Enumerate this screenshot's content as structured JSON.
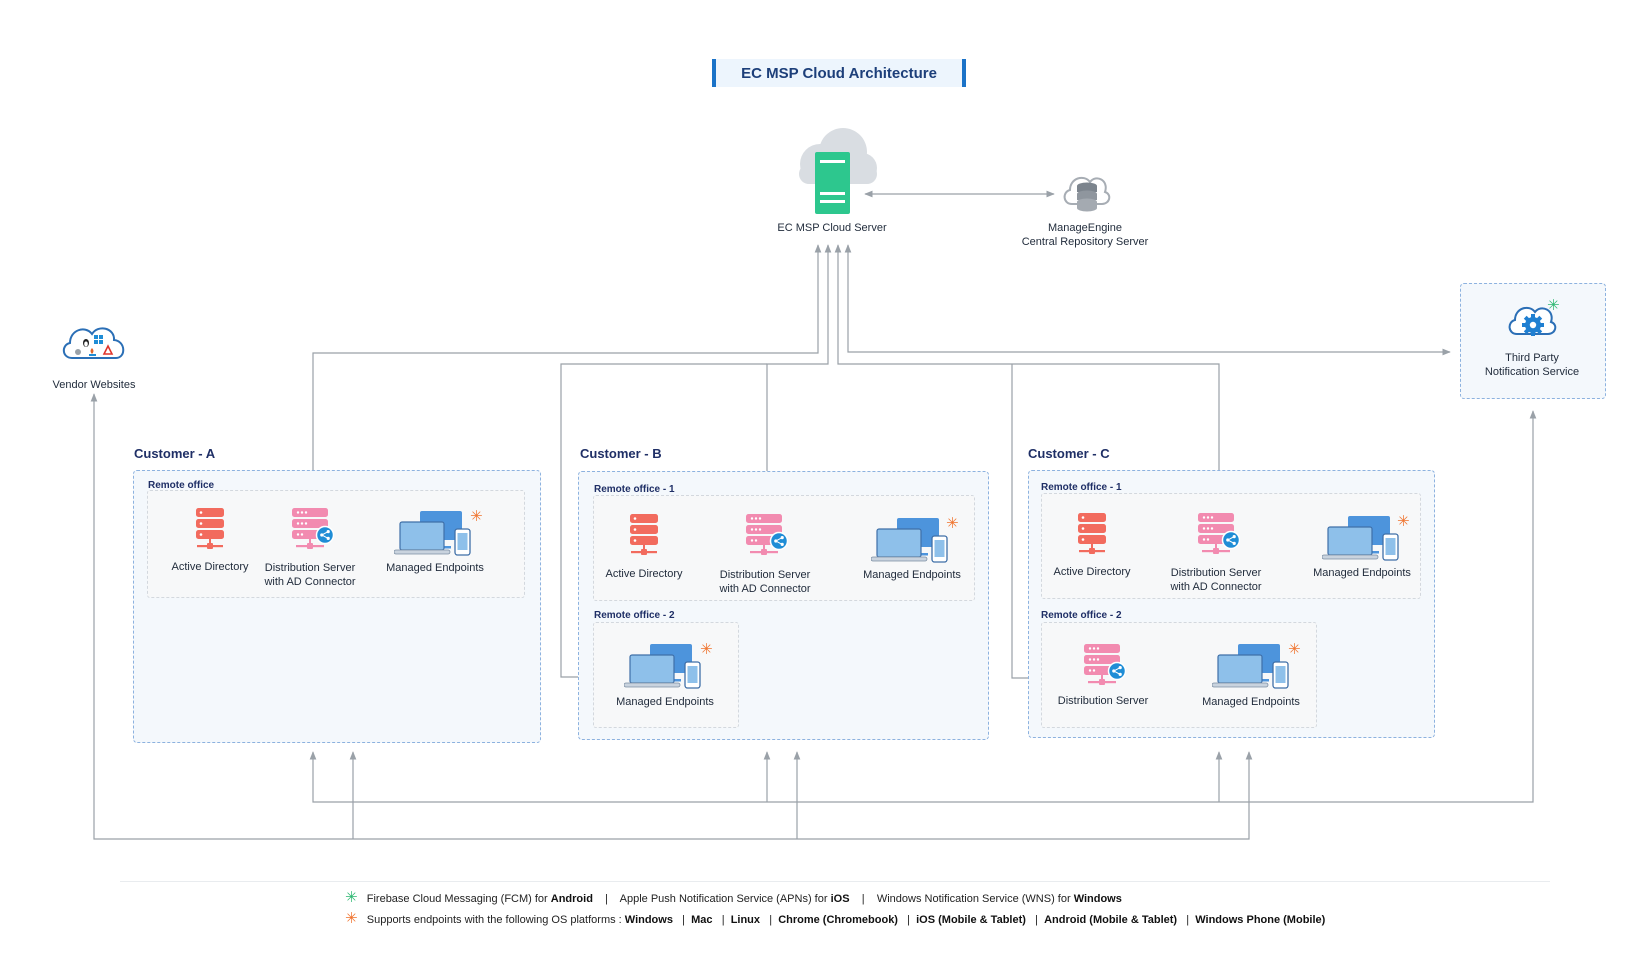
{
  "title": "EC MSP Cloud Architecture",
  "cloud_server": {
    "label": "EC MSP Cloud Server"
  },
  "repository": {
    "line1": "ManageEngine",
    "line2": "Central Repository Server"
  },
  "vendor": {
    "label": "Vendor Websites"
  },
  "third_party": {
    "line1": "Third Party",
    "line2": "Notification Service"
  },
  "customers": {
    "a": {
      "title": "Customer - A",
      "office_1": "Remote office",
      "ad": "Active Directory",
      "ds_line1": "Distribution Server",
      "ds_line2": "with AD Connector",
      "endpoints": "Managed Endpoints"
    },
    "b": {
      "title": "Customer - B",
      "office_1": "Remote office - 1",
      "office_2": "Remote office - 2",
      "ad": "Active Directory",
      "ds_line1": "Distribution Server",
      "ds_line2": "with AD Connector",
      "endpoints_1": "Managed Endpoints",
      "endpoints_2": "Managed Endpoints"
    },
    "c": {
      "title": "Customer - C",
      "office_1": "Remote office - 1",
      "office_2": "Remote office - 2",
      "ad": "Active Directory",
      "ds_line1": "Distribution Server",
      "ds_line2": "with AD Connector",
      "endpoints_1": "Managed Endpoints",
      "ds2": "Distribution Server",
      "endpoints_2": "Managed Endpoints"
    }
  },
  "legend": {
    "green_star": "✳",
    "orange_star": "✳",
    "line1": {
      "fcm": "Firebase Cloud Messaging (FCM) for ",
      "fcm_os": "Android",
      "sep1": "|",
      "apn": "Apple Push Notification Service (APNs) for ",
      "apn_os": "iOS",
      "sep2": "|",
      "wns": "Windows Notification Service (WNS) for ",
      "wns_os": "Windows"
    },
    "line2": {
      "intro": "Supports endpoints with the following OS platforms : ",
      "p1": "Windows",
      "p2": "Mac",
      "p3": "Linux",
      "p4": "Chrome (Chromebook)",
      "p5": "iOS (Mobile & Tablet)",
      "p6": "Android (Mobile & Tablet)",
      "p7": "Windows Phone (Mobile)",
      "sep": "|"
    }
  },
  "colors": {
    "server_green": "#2dc78e",
    "ad_red": "#f26b5e",
    "ds_pink": "#f28bb0",
    "share_blue": "#1f8dd6",
    "monitor_blue": "#4d94dc",
    "laptop_blue": "#8ec0ea",
    "wire_gray": "#9aa1a8",
    "accent_blue": "#1b73c8"
  },
  "icons": {
    "cloud": "cloud-icon",
    "server": "cloud-server-icon",
    "database": "database-cloud-icon",
    "vendor": "vendor-cloud-icon",
    "gear": "gear-cloud-icon",
    "ad": "active-directory-icon",
    "ds": "distribution-server-icon",
    "endpoints": "managed-endpoints-icon"
  }
}
